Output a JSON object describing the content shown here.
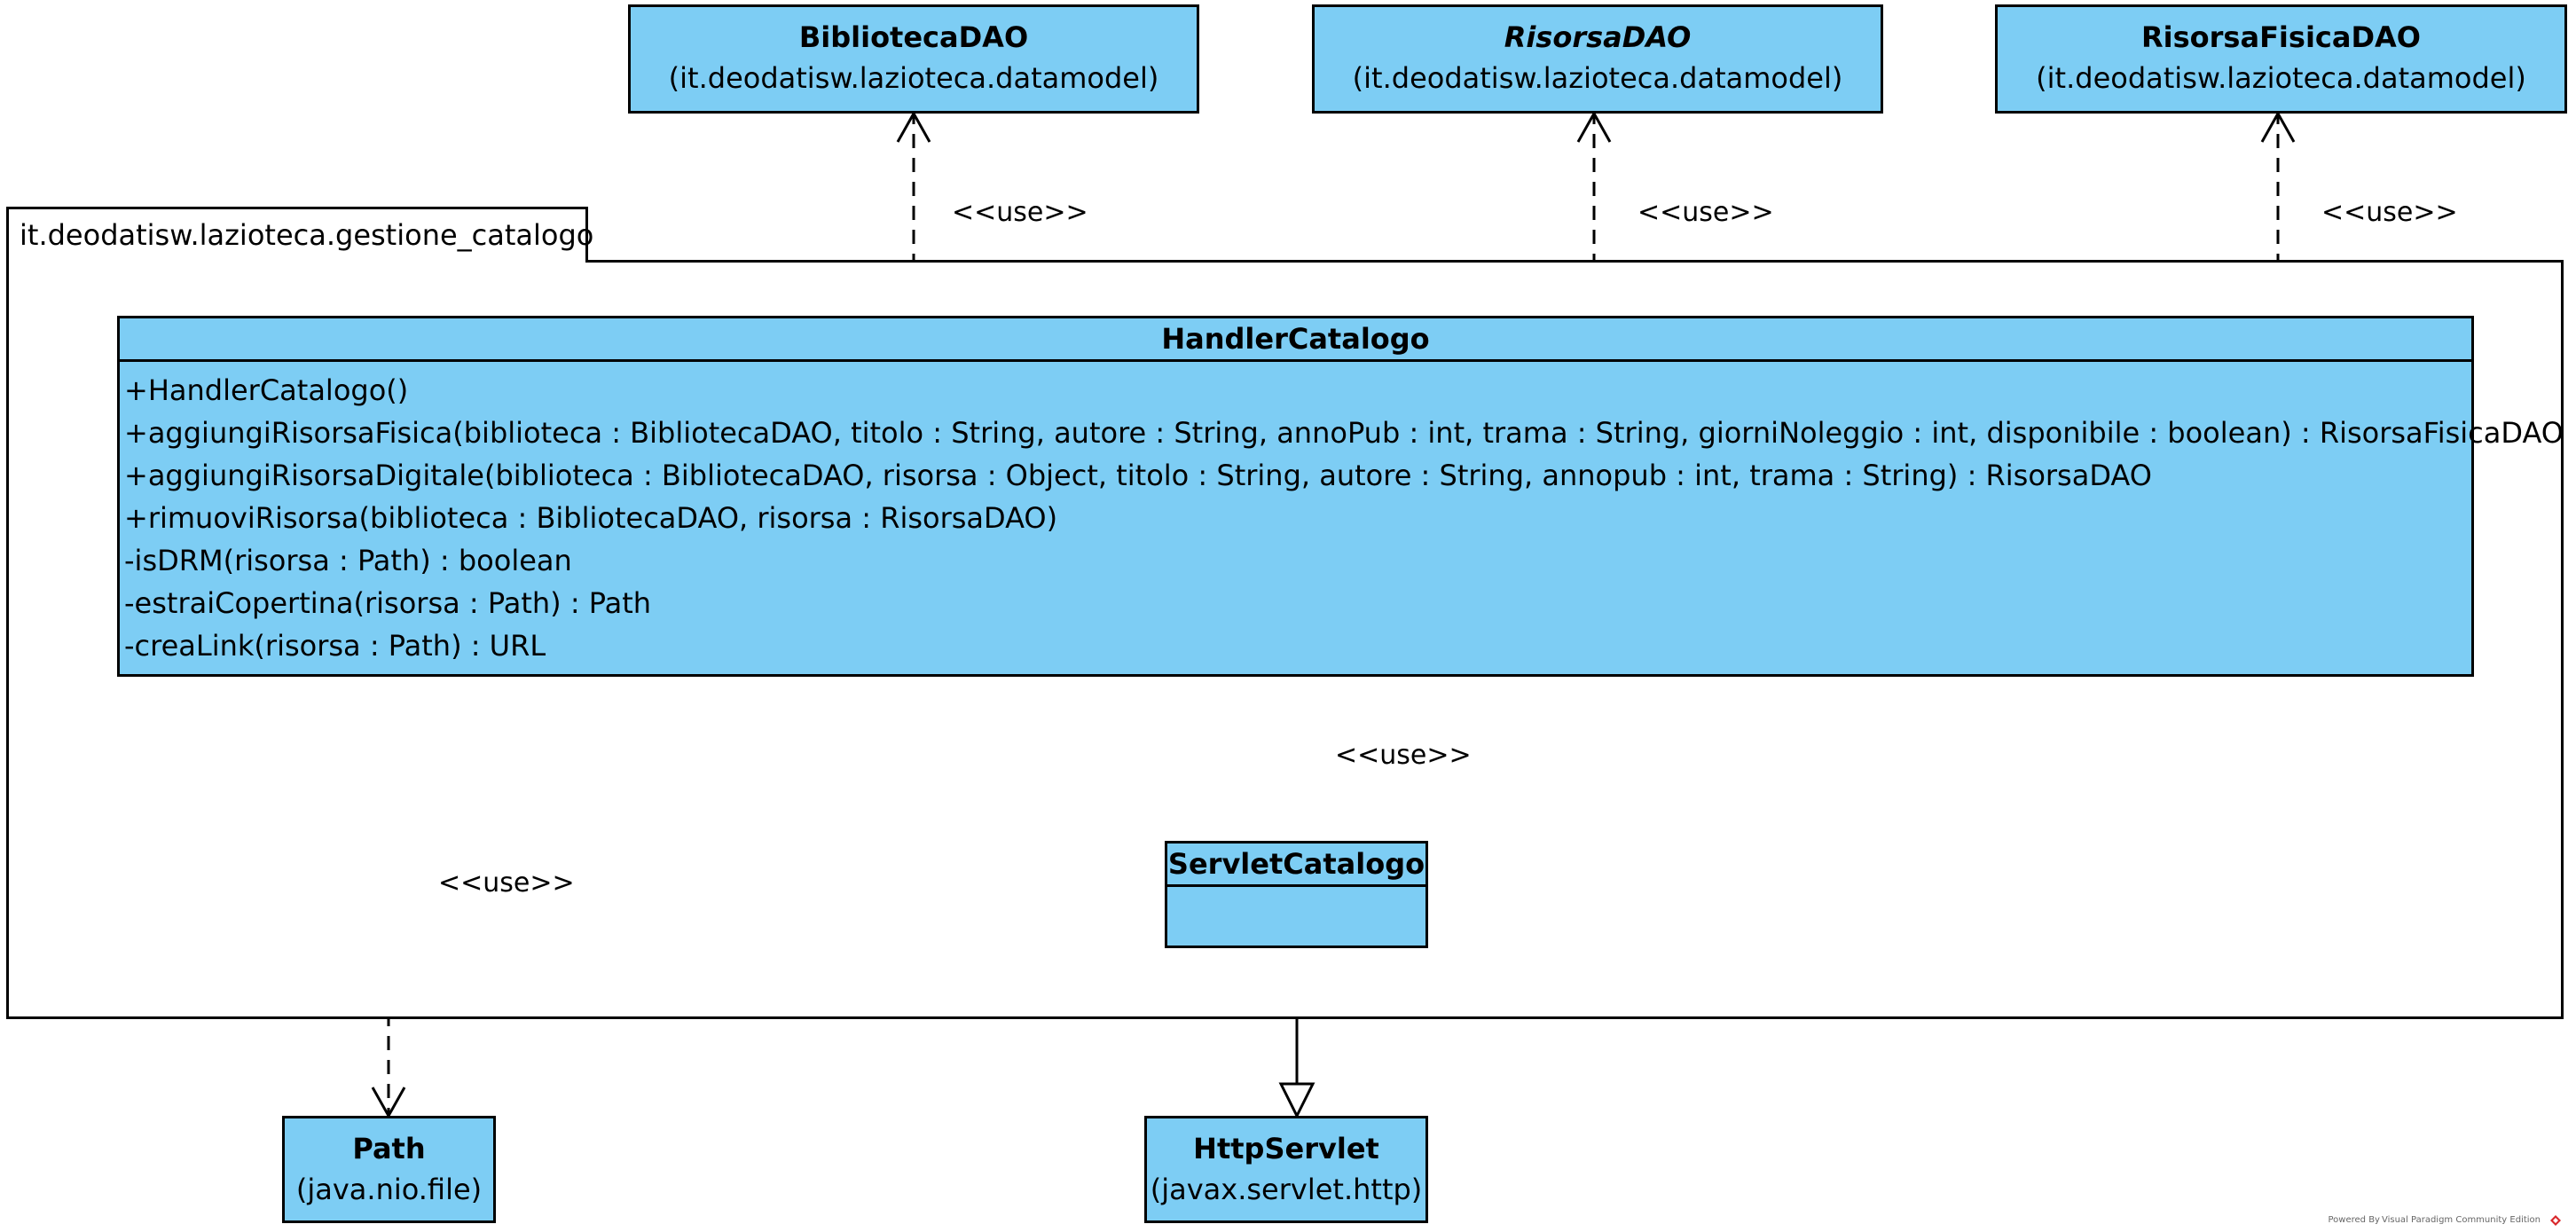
{
  "package": {
    "name": "it.deodatisw.lazioteca.gestione_catalogo"
  },
  "external_classes": {
    "biblioteca_dao": {
      "name": "BibliotecaDAO",
      "package": "(it.deodatisw.lazioteca.datamodel)"
    },
    "risorsa_dao": {
      "name": "RisorsaDAO",
      "package": "(it.deodatisw.lazioteca.datamodel)"
    },
    "risorsa_fisica_dao": {
      "name": "RisorsaFisicaDAO",
      "package": "(it.deodatisw.lazioteca.datamodel)"
    },
    "path": {
      "name": "Path",
      "package": "(java.nio.file)"
    },
    "http_servlet": {
      "name": "HttpServlet",
      "package": "(javax.servlet.http)"
    }
  },
  "handler_catalogo": {
    "name": "HandlerCatalogo",
    "operations": [
      "+HandlerCatalogo()",
      "+aggiungiRisorsaFisica(biblioteca : BibliotecaDAO, titolo : String, autore : String, annoPub : int, trama : String, giorniNoleggio : int, disponibile : boolean) : RisorsaFisicaDAO",
      "+aggiungiRisorsaDigitale(biblioteca : BibliotecaDAO, risorsa : Object, titolo : String, autore : String, annopub : int, trama : String) : RisorsaDAO",
      "+rimuoviRisorsa(biblioteca : BibliotecaDAO, risorsa : RisorsaDAO)",
      "-isDRM(risorsa : Path) : boolean",
      "-estraiCopertina(risorsa : Path) : Path",
      "-creaLink(risorsa : Path) : URL"
    ]
  },
  "servlet_catalogo": {
    "name": "ServletCatalogo"
  },
  "relations": {
    "use_label": "<<use>>"
  },
  "footer": {
    "powered_by": "Powered By Visual Paradigm Community Edition"
  },
  "colors": {
    "class_fill": "#7dcdf4",
    "stroke": "#000000",
    "background": "#ffffff"
  },
  "icons": {
    "footer_icon": "visual-paradigm-logo-icon"
  }
}
